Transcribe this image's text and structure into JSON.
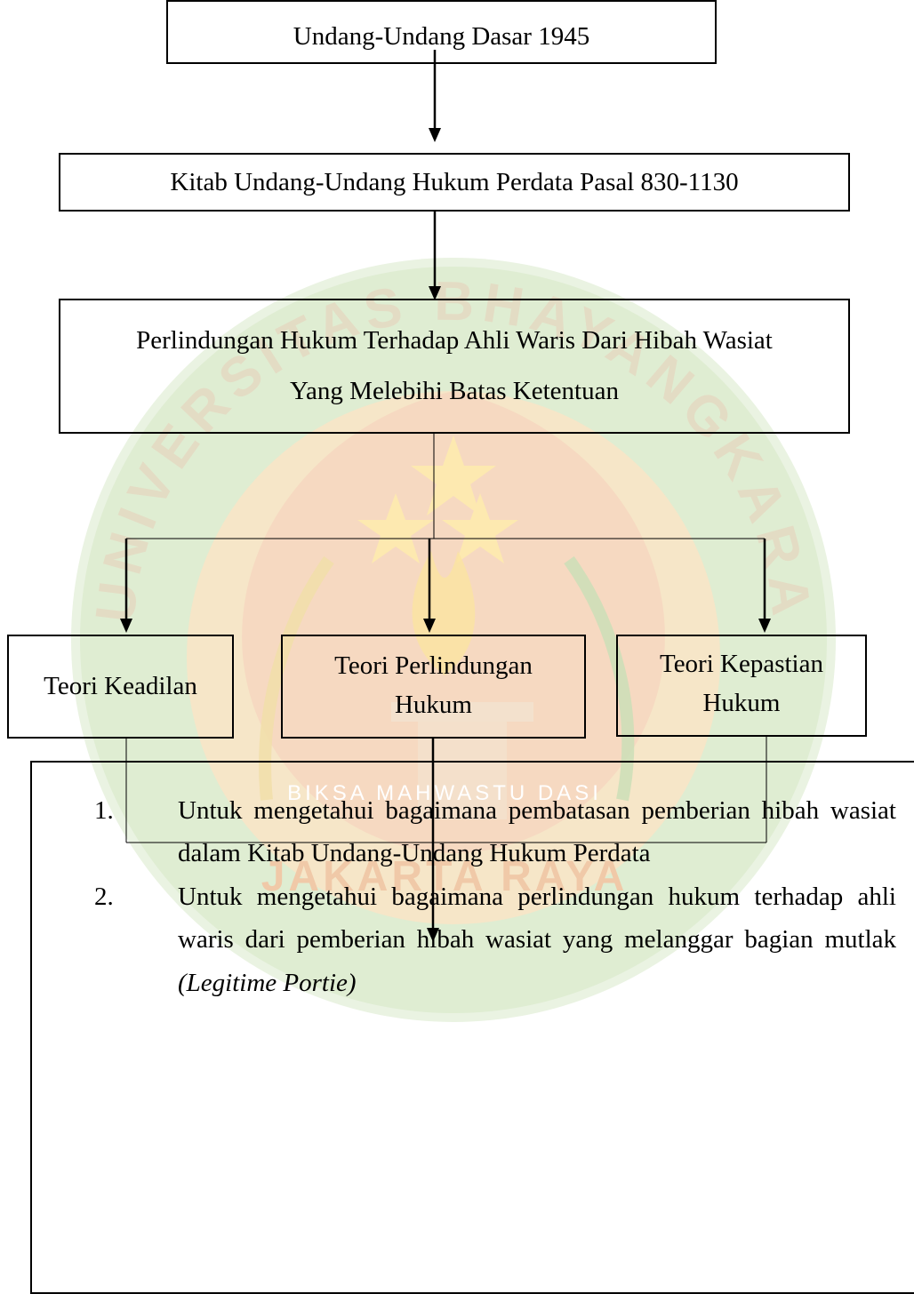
{
  "diagram": {
    "nodes": {
      "uud": "Undang-Undang Dasar 1945",
      "kuhper": "Kitab Undang-Undang Hukum Perdata Pasal 830-1130",
      "perlindungan_line1": "Perlindungan Hukum Terhadap Ahli Waris Dari Hibah Wasiat",
      "perlindungan_line2": "Yang Melebihi Batas Ketentuan",
      "teori_keadilan": "Teori Keadilan",
      "teori_perlindungan_line1": "Teori Perlindungan",
      "teori_perlindungan_line2": "Hukum",
      "teori_kepastian_line1": "Teori Kepastian",
      "teori_kepastian_line2": "Hukum"
    },
    "objectives": [
      {
        "number": "1.",
        "text": "Untuk mengetahui bagaimana pembatasan pemberian hibah wasiat dalam Kitab Undang-Undang Hukum Perdata"
      },
      {
        "number": "2.",
        "text": "Untuk mengetahui bagaimana perlindungan hukum terhadap ahli waris dari pemberian hibah wasiat yang melanggar bagian mutlak ",
        "italic": "(Legitime Portie)"
      }
    ],
    "edges": [
      [
        "uud",
        "kuhper"
      ],
      [
        "kuhper",
        "perlindungan"
      ],
      [
        "perlindungan",
        "teori_keadilan"
      ],
      [
        "perlindungan",
        "teori_perlindungan"
      ],
      [
        "perlindungan",
        "teori_kepastian"
      ],
      [
        "teori_keadilan",
        "objectives"
      ],
      [
        "teori_perlindungan",
        "objectives"
      ],
      [
        "teori_kepastian",
        "objectives"
      ]
    ]
  },
  "watermark": {
    "arc_text": "UNIVERSITAS BHAYANGKARA",
    "ribbon_text": "BIKSA MAHWASTU DASI",
    "bottom_text": "JAKARTA RAYA",
    "colors": {
      "green": "#d6e8c4",
      "orange": "#fbe3c5",
      "red": "#f7c9b8",
      "text": "#f0c9a8"
    }
  }
}
